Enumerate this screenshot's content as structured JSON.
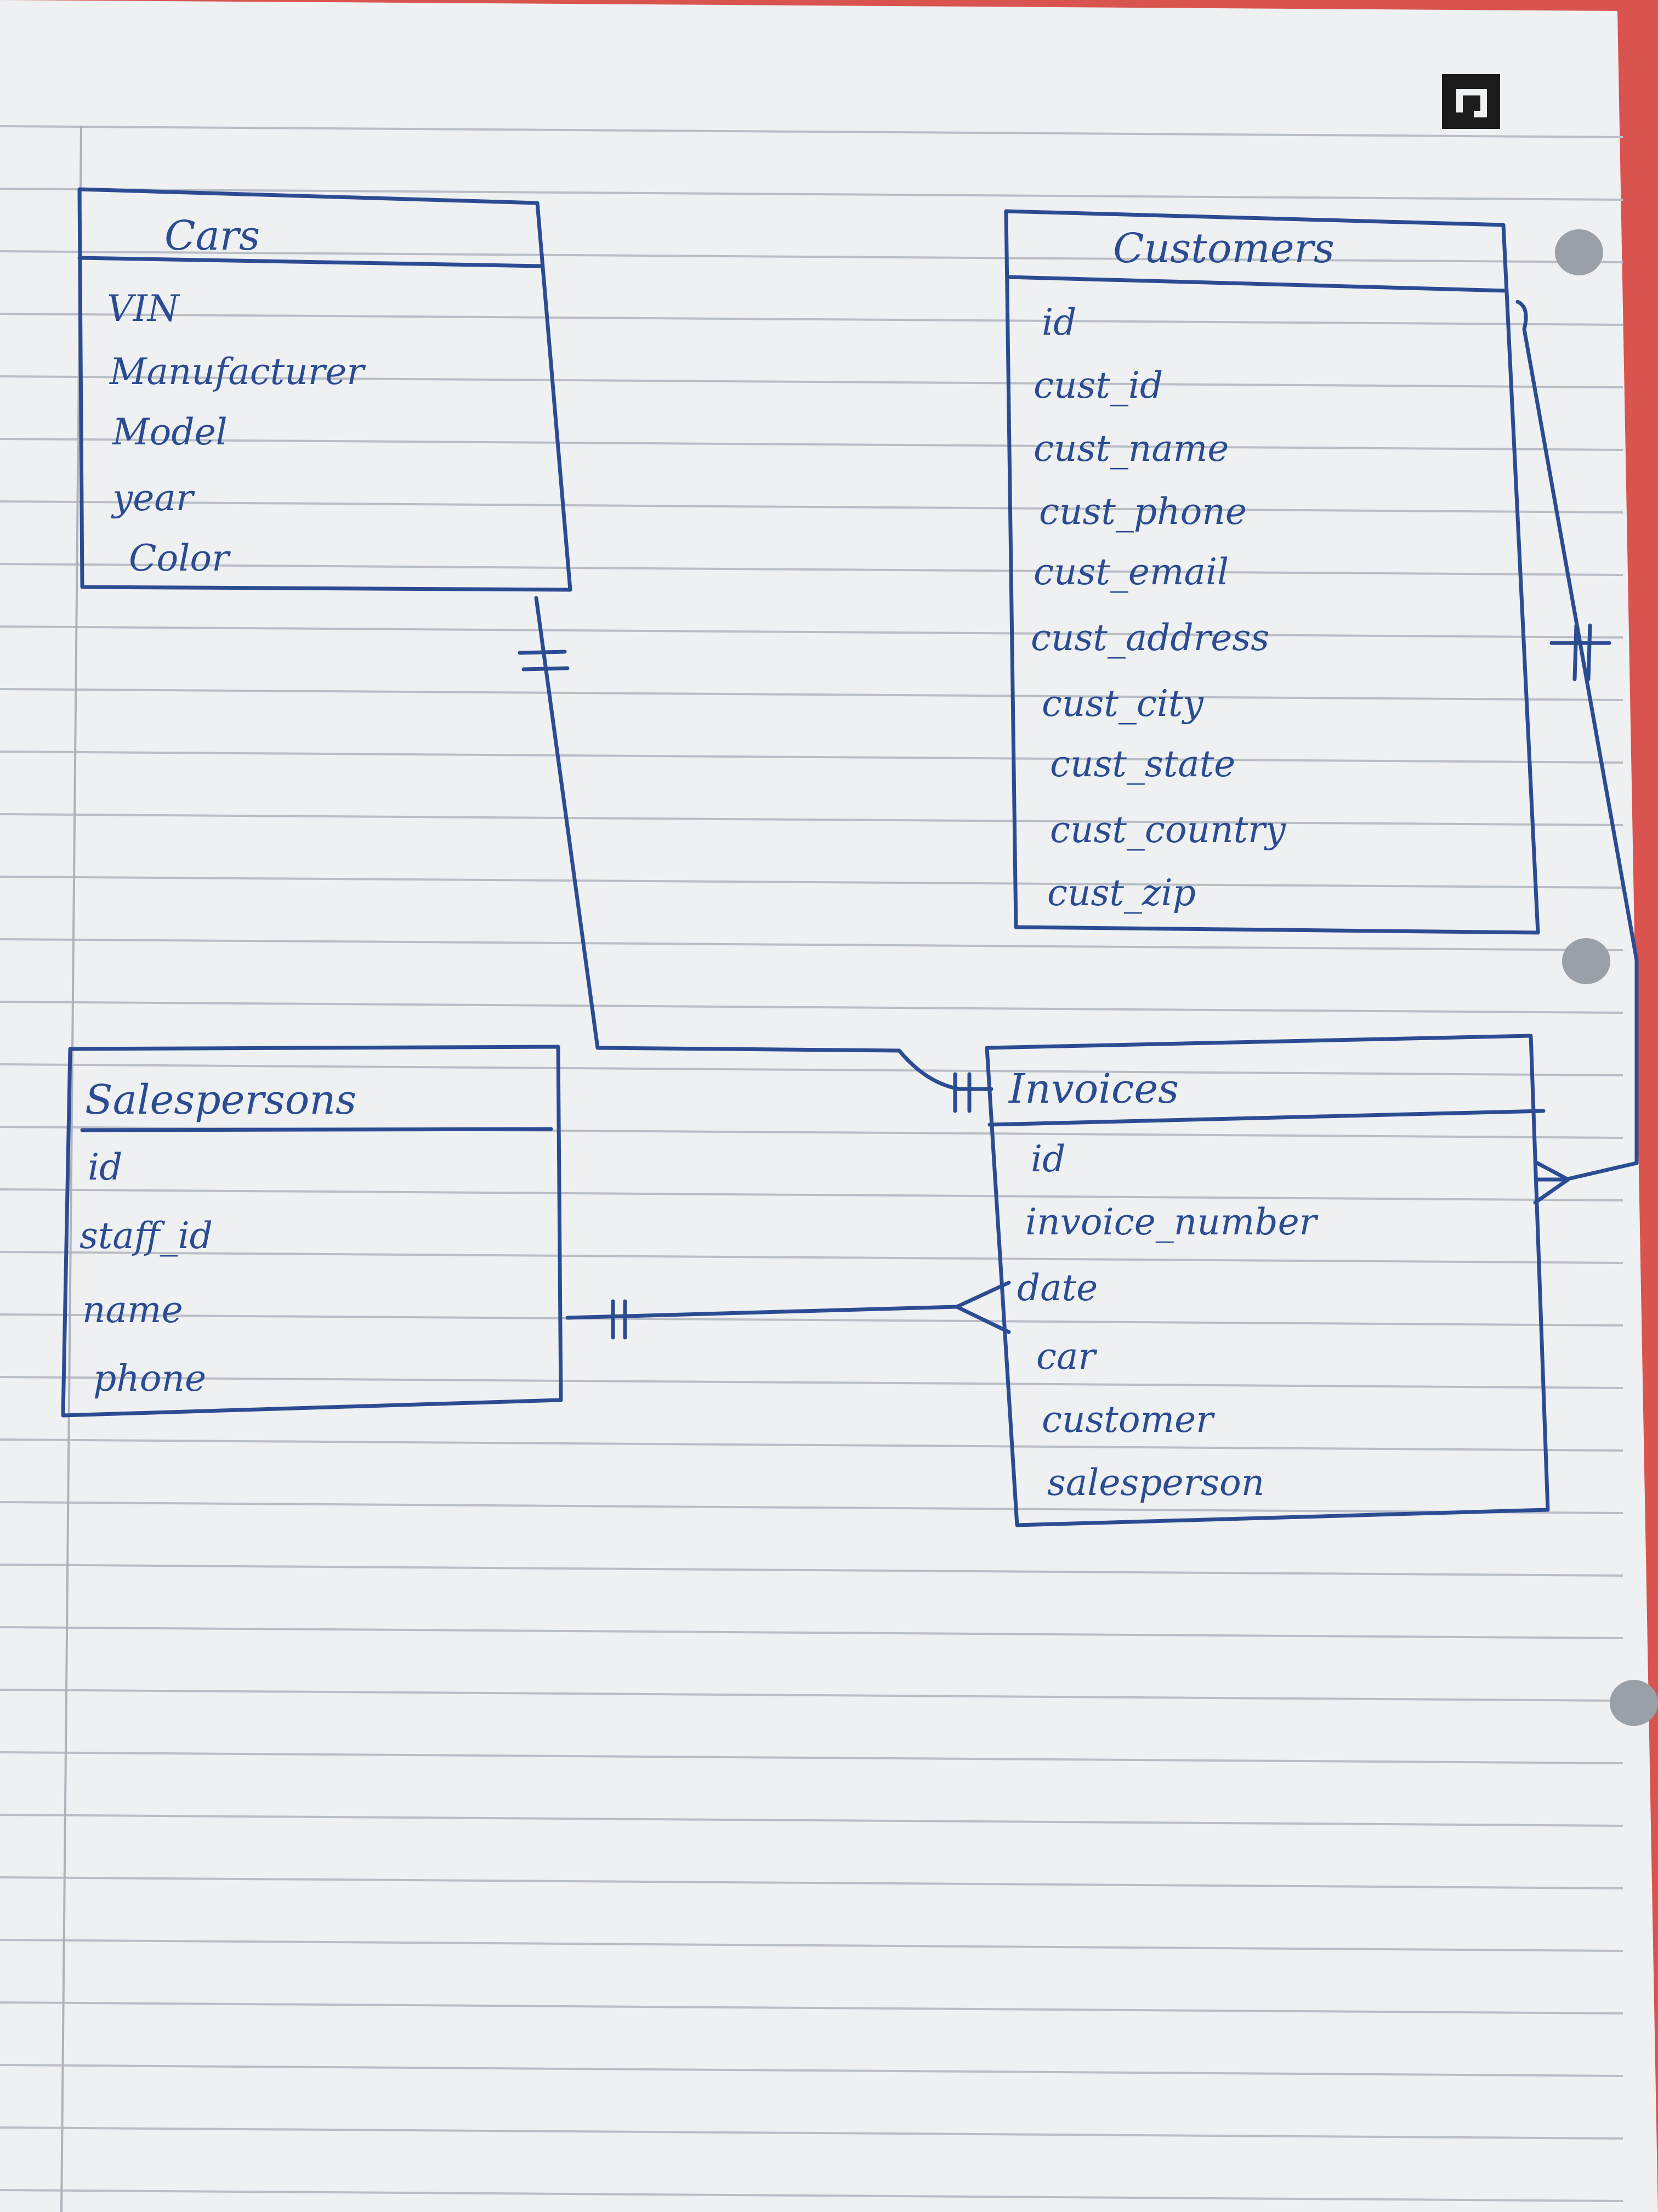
{
  "colors": {
    "ink": "#2b4c92",
    "paper": "#eef0f1",
    "rule": "#b9bec6",
    "folder": "#d9544f"
  },
  "icons": {
    "corner_mark": "corner-arrow-icon"
  },
  "tables": {
    "cars": {
      "title": "Cars",
      "fields": [
        "VIN",
        "Manufacturer",
        "Model",
        "year",
        "Color"
      ]
    },
    "customers": {
      "title": "Customers",
      "fields": [
        "id",
        "cust_id",
        "cust_name",
        "cust_phone",
        "cust_email",
        "cust_address",
        "cust_city",
        "cust_state",
        "cust_country",
        "cust_zip"
      ]
    },
    "salespersons": {
      "title": "Salespersons",
      "fields": [
        "id",
        "staff_id",
        "name",
        "phone"
      ]
    },
    "invoices": {
      "title": "Invoices",
      "fields": [
        "id",
        "invoice_number",
        "date",
        "car",
        "customer",
        "salesperson"
      ]
    }
  },
  "relationships": [
    {
      "from": "cars",
      "to": "invoices",
      "from_end": "one",
      "to_end": "one"
    },
    {
      "from": "salespersons",
      "to": "invoices",
      "from_end": "one",
      "to_end": "many"
    },
    {
      "from": "customers",
      "to": "invoices",
      "from_end": "one",
      "to_end": "many"
    }
  ]
}
